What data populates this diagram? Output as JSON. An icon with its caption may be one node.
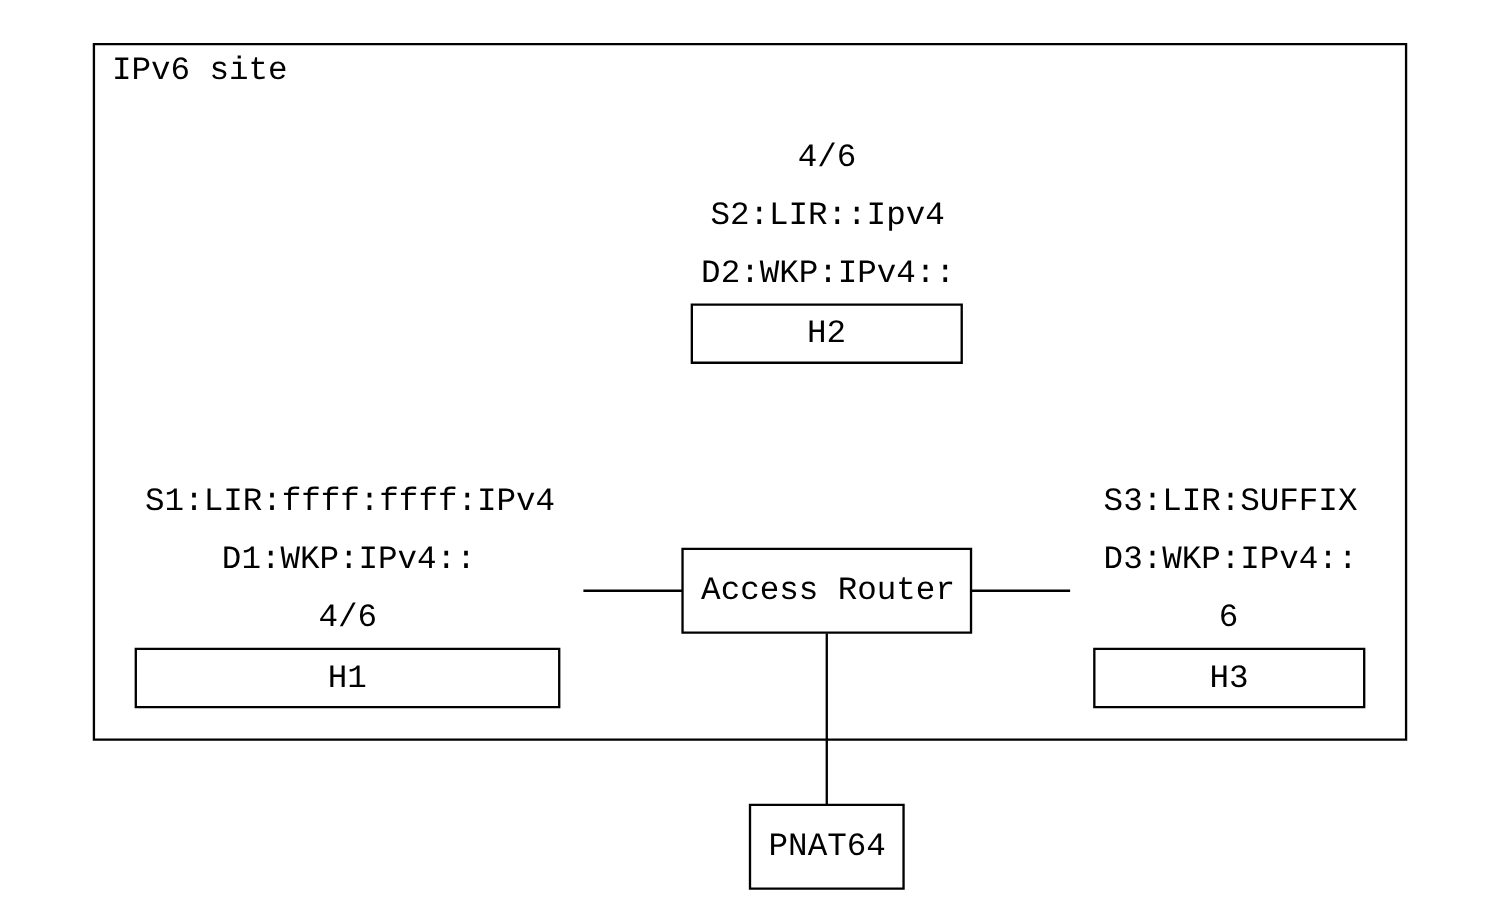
{
  "diagram": {
    "nodes": [
      {
        "text": [
          "IPv6 site"
        ]
      },
      {
        "text": [
          "H2"
        ],
        "in": 0,
        "beside": [
          "4/6",
          "S2:LIR::Ipv4",
          "D2:WKP:IPv4::"
        ]
      },
      {
        "text": [
          "H1"
        ],
        "in": 0,
        "beside": [
          "S1:LIR:ffff:ffff:IPv4",
          "D1:WKP:IPv4::",
          "4/6"
        ]
      },
      {
        "text": [
          "Access Router"
        ],
        "in": 0
      },
      {
        "text": [
          "H3"
        ],
        "in": 0,
        "beside": [
          "S3:LIR:SUFFIX",
          "D3:WKP:IPv4::",
          "6"
        ]
      },
      {
        "text": [
          "PNAT64"
        ]
      }
    ],
    "edges": [
      {
        "from": 2,
        "to": 3,
        "arrow": "none"
      },
      {
        "from": 3,
        "to": 4,
        "arrow": "none"
      },
      {
        "from": 3,
        "to": 5,
        "arrow": "none"
      }
    ]
  }
}
